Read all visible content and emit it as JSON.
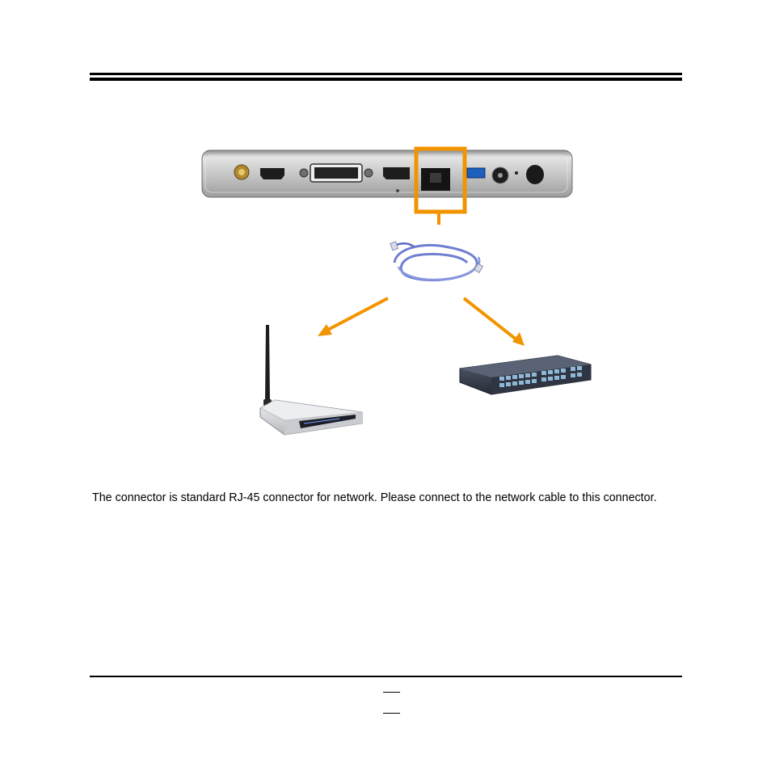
{
  "document": {
    "description_paragraph": "The connector is standard RJ-45 connector for network. Please connect to the network cable to this connector."
  },
  "colors": {
    "highlight": "#f29400",
    "arrow": "#f29400",
    "chassis": "#b8b8b8",
    "cable": "#6f7fd0",
    "router_body": "#d8dadd",
    "switch_body": "#3a4150"
  },
  "icons": {
    "rear_panel": "device-rear-panel-photo",
    "cable": "ethernet-cable-photo",
    "router": "wireless-router-photo",
    "switch": "network-switch-photo"
  }
}
